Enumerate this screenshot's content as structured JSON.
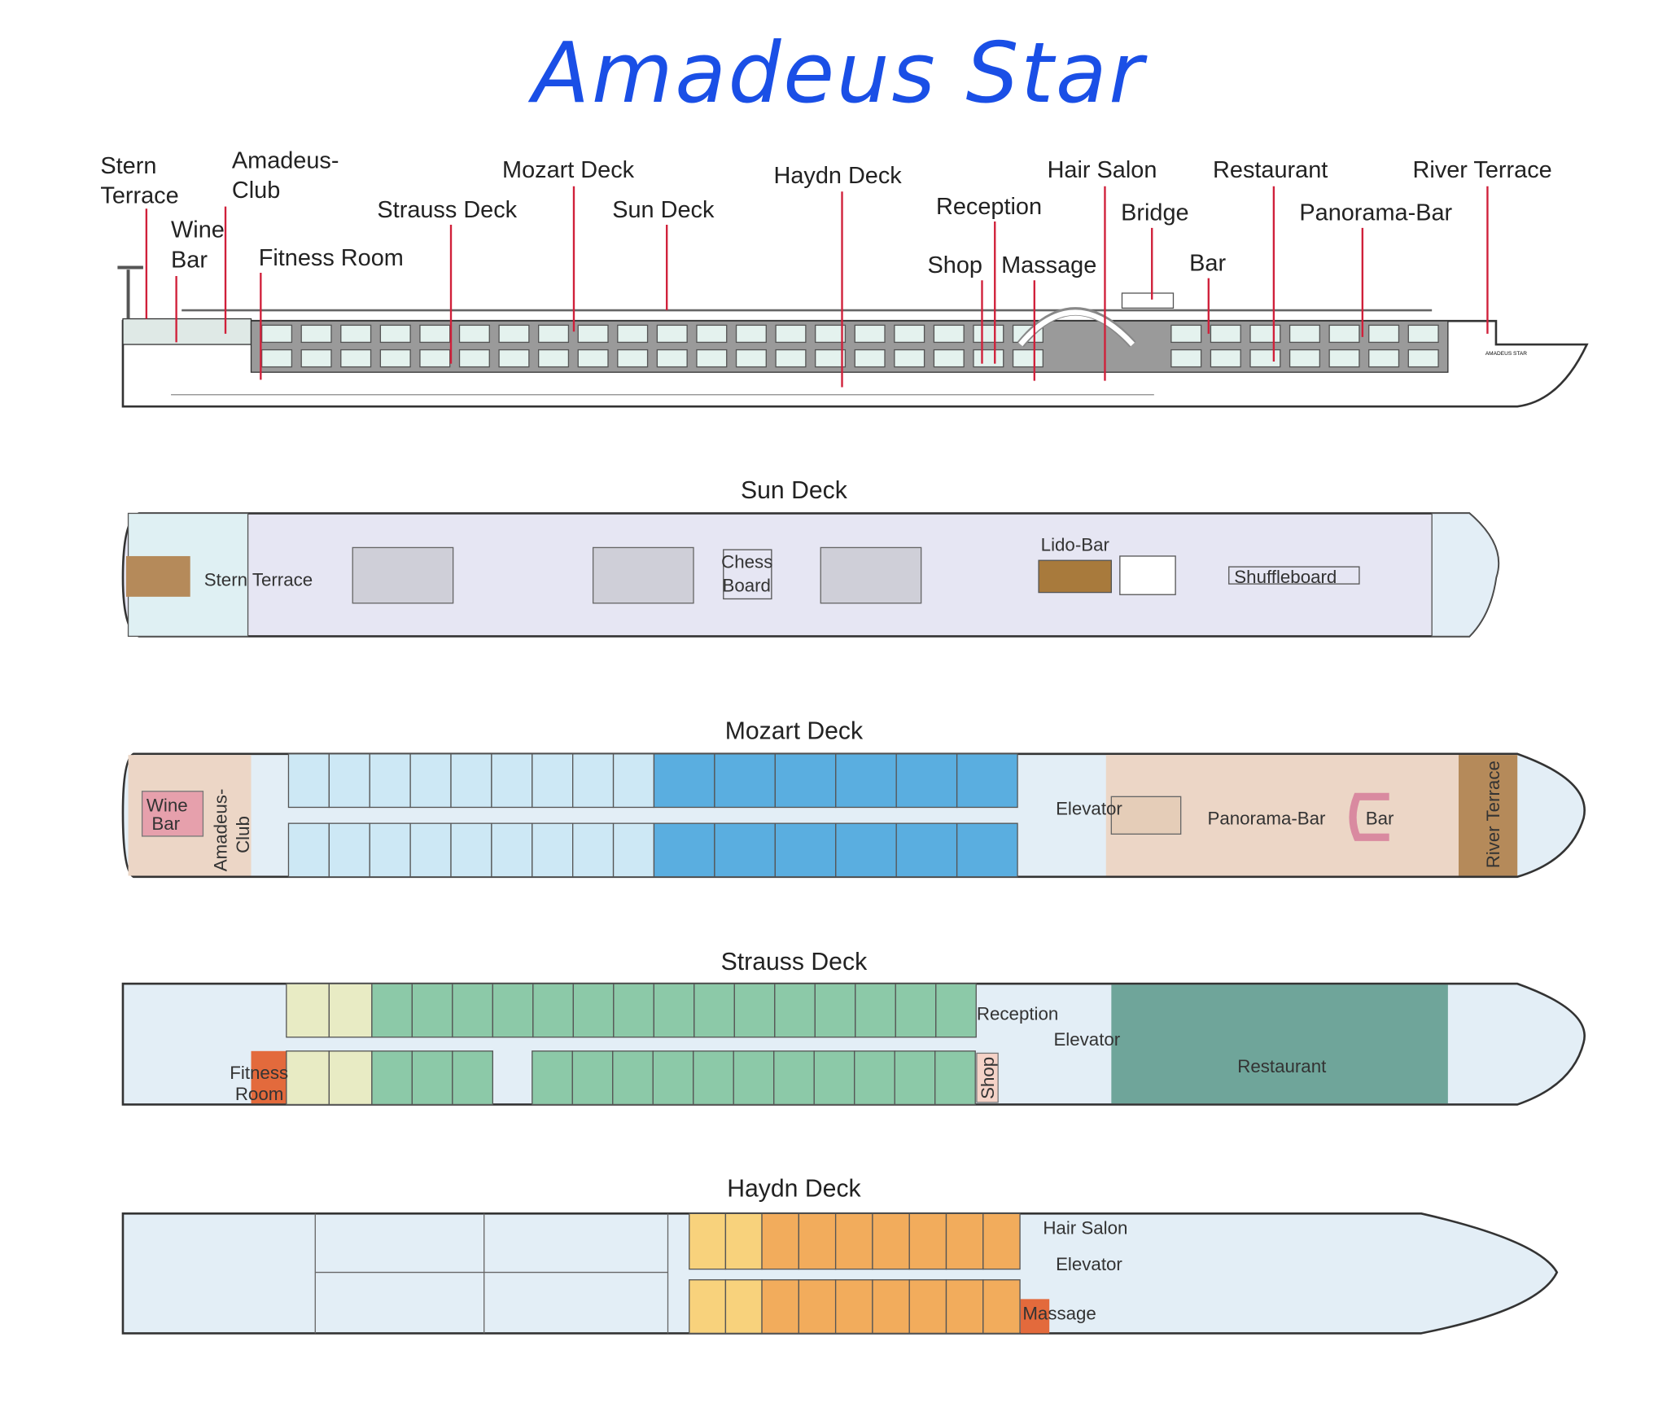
{
  "title": "Amadeus Star",
  "profile_labels": {
    "stern_terrace": [
      "Stern",
      "Terrace"
    ],
    "amadeus_club": [
      "Amadeus-",
      "Club"
    ],
    "wine_bar": [
      "Wine",
      "Bar"
    ],
    "fitness_room": "Fitness Room",
    "strauss_deck": "Strauss Deck",
    "mozart_deck": "Mozart Deck",
    "sun_deck": "Sun Deck",
    "haydn_deck": "Haydn Deck",
    "reception": "Reception",
    "shop": "Shop",
    "massage": "Massage",
    "hair_salon": "Hair Salon",
    "bridge": "Bridge",
    "bar": "Bar",
    "restaurant": "Restaurant",
    "panorama_bar": "Panorama-Bar",
    "river_terrace": "River Terrace",
    "ship_name": "AMADEUS STAR"
  },
  "decks": {
    "sun": {
      "title": "Sun Deck",
      "stern_terrace": "Stern Terrace",
      "chess": [
        "Chess",
        "Board"
      ],
      "lido_bar": "Lido-Bar",
      "shuffleboard": "Shuffleboard"
    },
    "mozart": {
      "title": "Mozart Deck",
      "wine_bar": [
        "Wine",
        "Bar"
      ],
      "amadeus_club": [
        "Amadeus-",
        "Club"
      ],
      "elevator": "Elevator",
      "panorama_bar": "Panorama-Bar",
      "bar": "Bar",
      "river_terrace": "River Terrace"
    },
    "strauss": {
      "title": "Strauss Deck",
      "reception": "Reception",
      "elevator": "Elevator",
      "shop": "Shop",
      "fitness_room": [
        "Fitness",
        "Room"
      ],
      "restaurant": "Restaurant"
    },
    "haydn": {
      "title": "Haydn Deck",
      "hair_salon": "Hair Salon",
      "elevator": "Elevator",
      "massage": "Massage"
    }
  },
  "colors": {
    "title": "#1a4fe6",
    "leader_line": "#d0203a",
    "sun_deck": "#e6e6f3",
    "light_blue_cabin": "#cde8f5",
    "dark_blue_cabin": "#5aaee0",
    "yellow_cabin": "#e8ebc4",
    "green_cabin": "#8cc9a8",
    "fitness": "#e36a3c",
    "restaurant": "#6fa59a",
    "haydn_yellow": "#f8d27c",
    "haydn_orange": "#f2ac5c",
    "massage": "#e36a3c",
    "lounge": "#ecd6c6",
    "hull_fill": "#eaf3f9"
  }
}
